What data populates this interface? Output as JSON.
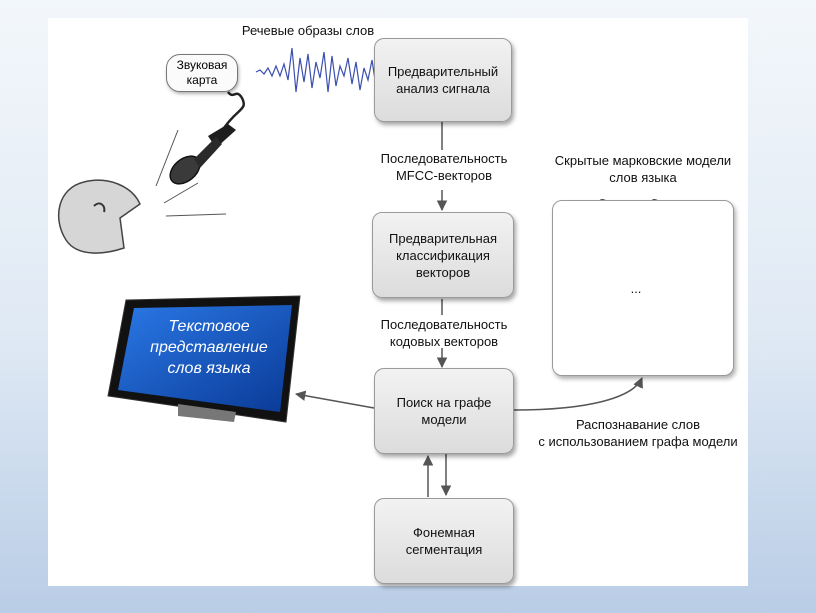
{
  "labels": {
    "speech_patterns": "Речевые образы слов",
    "sound_card": "Звуковая\nкарта",
    "mfcc_sequence": "Последовательность\nMFCC-векторов",
    "hmm_title": "Скрытые марковские модели\nслов языка",
    "code_sequence": "Последовательность\nкодовых векторов",
    "recognition": "Распознавание слов\nс использованием графа модели",
    "ellipsis": "..."
  },
  "boxes": {
    "preliminary_analysis": "Предварительный\nанализ сигнала",
    "preliminary_classification": "Предварительная\nклассификация\nвекторов",
    "graph_search": "Поиск на графе\nмодели",
    "phoneme_segmentation": "Фонемная\nсегментация"
  },
  "monitor_text": "Текстовое\nпредставление\nслов языка",
  "colors": {
    "box_fill": "#e4e4e4",
    "monitor_blue": "#1a5fd0",
    "hmm_node": "#8fb2d9",
    "arrow": "#555555"
  }
}
